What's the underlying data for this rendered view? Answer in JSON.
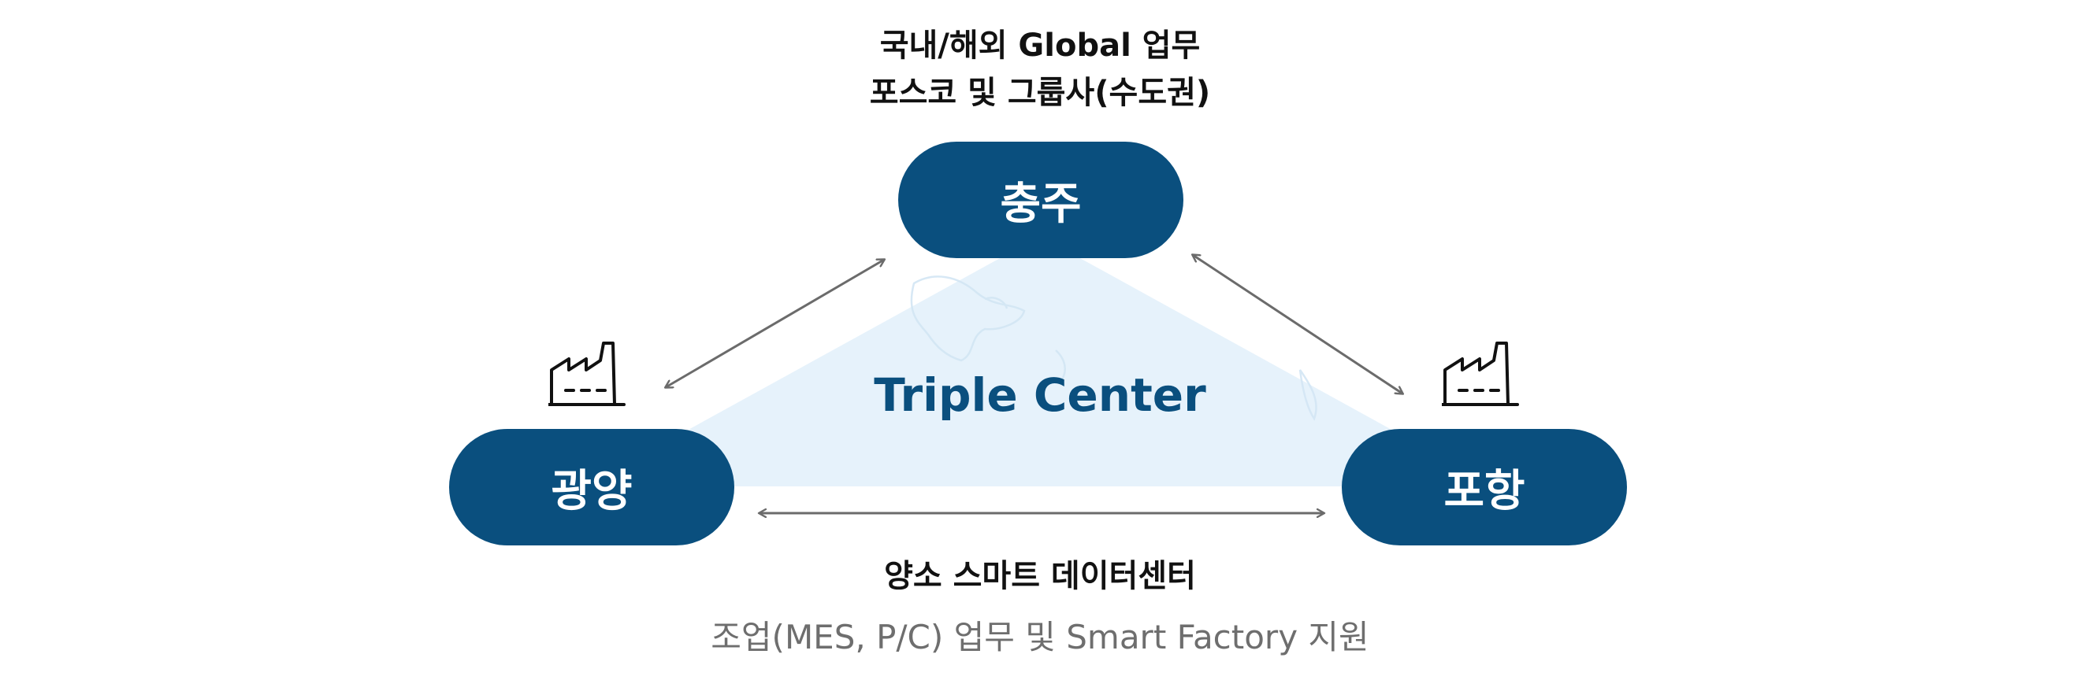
{
  "top_caption": {
    "line1": "국내/해외 Global 업무",
    "line2": "포스코 및 그룹사(수도권)"
  },
  "center_label": "Triple Center",
  "nodes": {
    "chungju": "충주",
    "gwangyang": "광양",
    "pohang": "포항"
  },
  "bottom_caption": {
    "title": "양소 스마트 데이터센터",
    "subtitle": "조업(MES, P/C) 업무 및 Smart Factory 지원"
  },
  "icons": {
    "factory_left": "factory-icon",
    "factory_right": "factory-icon",
    "map_watermark": "korea-map-icon"
  },
  "colors": {
    "node_fill": "#0a4f7e",
    "triangle_fill": "#e6f2fb",
    "arrow": "#6b6b6b",
    "center_text": "#0a4f7e"
  }
}
